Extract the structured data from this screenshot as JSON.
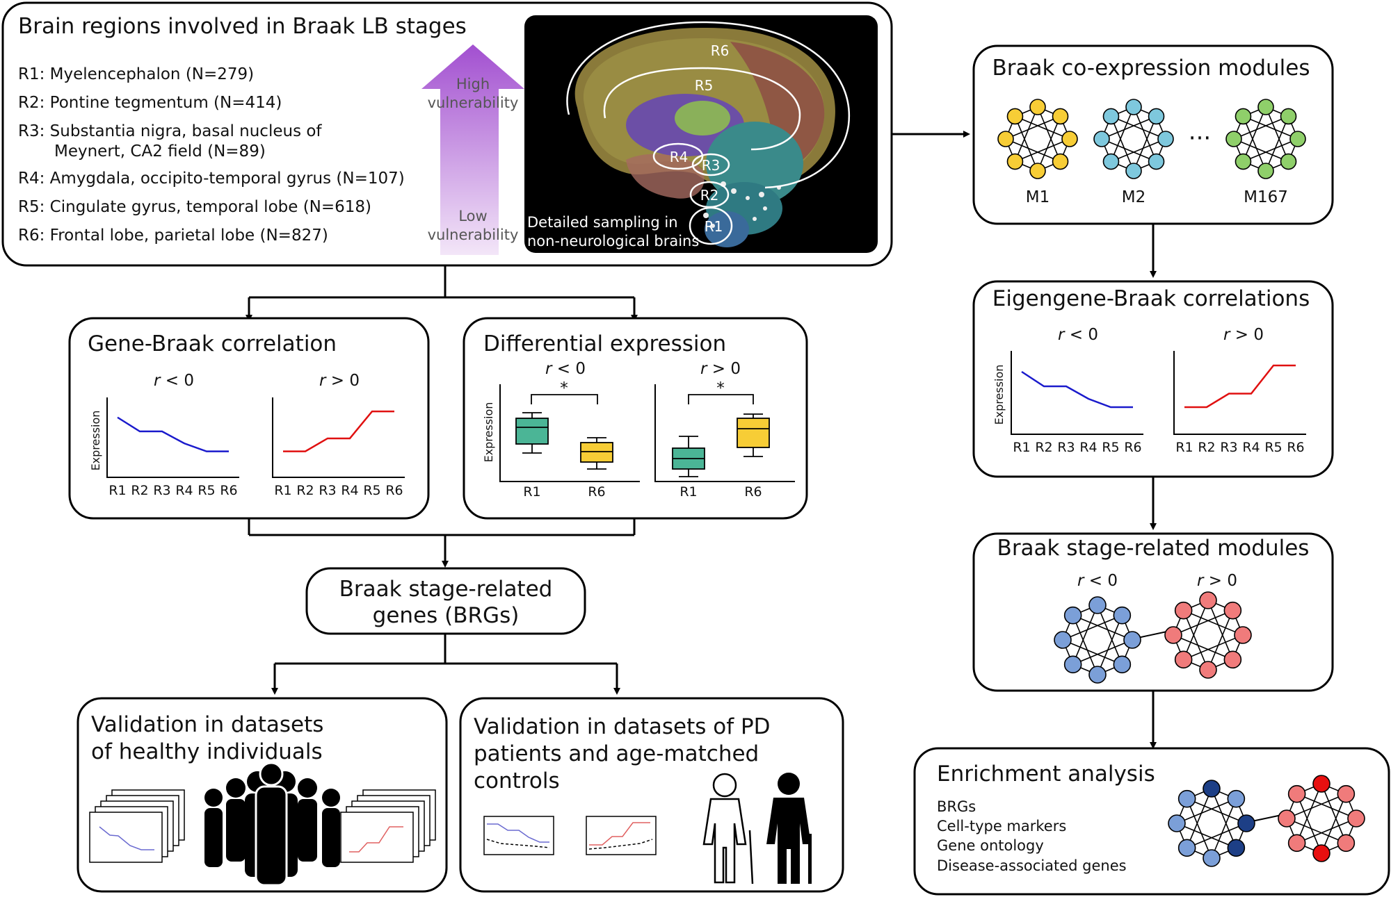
{
  "top": {
    "title": "Brain regions involved in Braak LB stages",
    "regions": [
      {
        "line1": "R1: Myelencephalon (N=279)"
      },
      {
        "line1": "R2: Pontine tegmentum (N=414)"
      },
      {
        "line1": "R3: Substantia nigra, basal nucleus of",
        "line2": "Meynert, CA2 field (N=89)"
      },
      {
        "line1": "R4: Amygdala, occipito-temporal gyrus (N=107)"
      },
      {
        "line1": "R5: Cingulate gyrus, temporal lobe (N=618)"
      },
      {
        "line1": "R6: Frontal lobe, parietal lobe (N=827)"
      }
    ],
    "arrow_high_1": "High",
    "arrow_high_2": "vulnerability",
    "arrow_low_1": "Low",
    "arrow_low_2": "vulnerability",
    "brain_labels": [
      "R6",
      "R5",
      "R4",
      "R3",
      "R2",
      "R1"
    ],
    "brain_caption_1": "Detailed sampling in",
    "brain_caption_2": "non-neurological brains"
  },
  "gene_braak": {
    "title": "Gene-Braak correlation",
    "neg_label_r": "r",
    "neg_label_rest": " < 0",
    "pos_label_r": "r",
    "pos_label_rest": " > 0",
    "ylabel": "Expression",
    "x_ticks": [
      "R1",
      "R2",
      "R3",
      "R4",
      "R5",
      "R6"
    ]
  },
  "diff_expr": {
    "title": "Differential expression",
    "neg_label_r": "r",
    "neg_label_rest": " < 0",
    "pos_label_r": "r",
    "pos_label_rest": " > 0",
    "star": "*",
    "ylabel": "Expression",
    "x_ticks": [
      "R1",
      "R6"
    ]
  },
  "brgs": {
    "line1": "Braak stage-related",
    "line2": "genes (BRGs)"
  },
  "val_healthy": {
    "line1": "Validation in datasets",
    "line2": "of healthy individuals"
  },
  "val_pd": {
    "line1": "Validation in datasets of PD",
    "line2": "patients and age-matched",
    "line3": "controls"
  },
  "coexpr": {
    "title": "Braak co-expression modules",
    "modules": [
      "M1",
      "M2",
      "M167"
    ],
    "ellipsis": "···"
  },
  "eigengene": {
    "title": "Eigengene-Braak correlations",
    "neg_label_r": "r",
    "neg_label_rest": " < 0",
    "pos_label_r": "r",
    "pos_label_rest": " > 0",
    "ylabel": "Expression",
    "x_ticks": [
      "R1",
      "R2",
      "R3",
      "R4",
      "R5",
      "R6"
    ]
  },
  "braak_modules": {
    "title": "Braak stage-related modules",
    "neg_label_r": "r",
    "neg_label_rest": " < 0",
    "pos_label_r": "r",
    "pos_label_rest": " > 0"
  },
  "enrichment": {
    "title": "Enrichment analysis",
    "items": [
      "BRGs",
      "Cell-type markers",
      "Gene ontology",
      "Disease-associated genes"
    ]
  },
  "colors": {
    "blue_line": "#1a1acc",
    "red_line": "#e01010",
    "box_green": "#4bb596",
    "box_yellow": "#f7cd36",
    "node_yellow": "#f7cd36",
    "node_cyan": "#7ec8dd",
    "node_green": "#8fcf6a",
    "node_blue": "#7b9fd8",
    "node_red": "#f07b7b",
    "node_dark_blue": "#1d3f86",
    "node_bright_red": "#e81010",
    "arrow_purple": "#a24fd0"
  },
  "chart_data": [
    {
      "type": "line",
      "name_ref": "gene_braak_neg",
      "categories": [
        "R1",
        "R2",
        "R3",
        "R4",
        "R5",
        "R6"
      ],
      "values": [
        6,
        4.6,
        4.6,
        3.4,
        2.6,
        2.6
      ],
      "ylabel": "Expression"
    },
    {
      "type": "line",
      "name_ref": "gene_braak_pos",
      "categories": [
        "R1",
        "R2",
        "R3",
        "R4",
        "R5",
        "R6"
      ],
      "values": [
        2.6,
        2.6,
        3.9,
        3.9,
        6.6,
        6.6
      ]
    },
    {
      "type": "line",
      "name_ref": "eigengene_neg",
      "categories": [
        "R1",
        "R2",
        "R3",
        "R4",
        "R5",
        "R6"
      ],
      "values": [
        6,
        4.6,
        4.6,
        3.4,
        2.6,
        2.6
      ],
      "ylabel": "Expression"
    },
    {
      "type": "line",
      "name_ref": "eigengene_pos",
      "categories": [
        "R1",
        "R2",
        "R3",
        "R4",
        "R5",
        "R6"
      ],
      "values": [
        2.6,
        2.6,
        3.9,
        3.9,
        6.6,
        6.6
      ]
    }
  ]
}
